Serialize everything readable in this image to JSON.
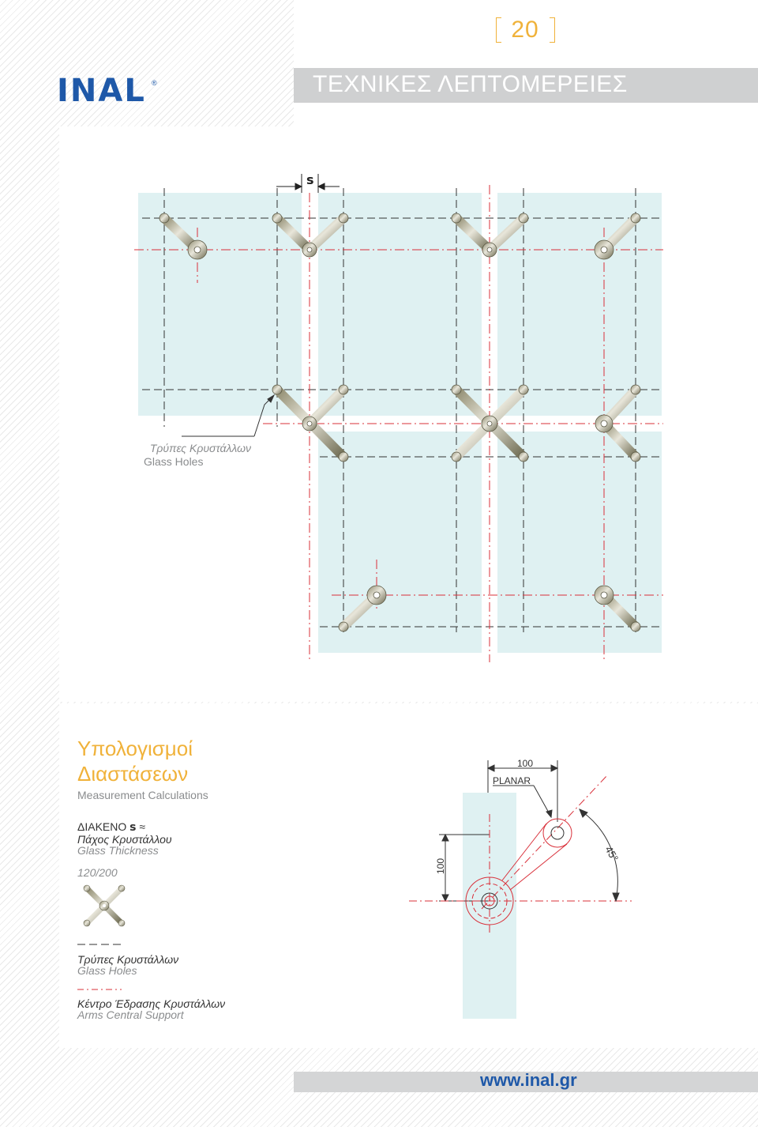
{
  "header": {
    "page_number": "20",
    "section_title": "ΤΕΧΝΙΚΕΣ ΛΕΠΤΟΜΕΡΕΙΕΣ",
    "logo_text": "INAL",
    "logo_mark": "®"
  },
  "diagram": {
    "gap_label": "s",
    "glass_holes_gr": "Τρύπες Κρυστάλλων",
    "glass_holes_en": "Glass Holes"
  },
  "calc": {
    "title_line1": "Υπολογισμοί",
    "title_line2": "Διαστάσεων",
    "subtitle": "Measurement Calculations",
    "gap_label": "ΔΙΑΚΕΝΟ",
    "gap_symbol": "s",
    "approx": "≈",
    "thickness_gr": "Πάχος Κρυστάλλου",
    "thickness_en": "Glass Thickness",
    "spider_size": "120/200",
    "legend_holes_gr": "Τρύπες Κρυστάλλων",
    "legend_holes_en": "Glass Holes",
    "legend_center_gr": "Κέντρο Έδρασης Κρυστάλλων",
    "legend_center_en": "Arms Central Support"
  },
  "detail": {
    "dim_top": "100",
    "planar": "PLANAR",
    "dim_side": "100",
    "angle": "45°"
  },
  "footer": {
    "url": "www.inal.gr"
  },
  "colors": {
    "accent_yellow": "#f0b23a",
    "brand_blue": "#1e58a8",
    "glass": "#dff1f2",
    "red_dash": "#d9303a"
  }
}
